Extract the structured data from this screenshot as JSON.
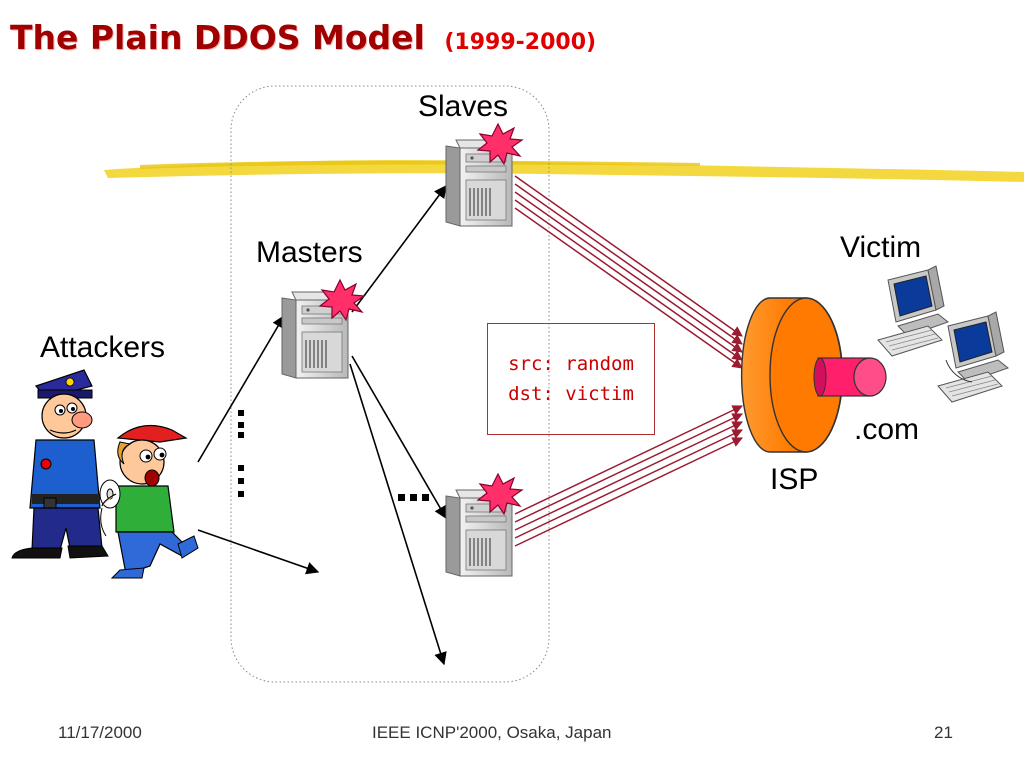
{
  "title": {
    "main": "The Plain DDOS Model",
    "years": "(1999-2000)"
  },
  "labels": {
    "slaves": "Slaves",
    "masters": "Masters",
    "attackers": "Attackers",
    "victim": "Victim",
    "dotcom": ".com",
    "isp": "ISP"
  },
  "packet_note": {
    "line1": "src: random",
    "line2": "dst: victim"
  },
  "footer": {
    "date": "11/17/2000",
    "conference": "IEEE ICNP'2000, Osaka, Japan",
    "page": "21"
  },
  "colors": {
    "title": "#a00000",
    "attack_lines": "#9b1b30",
    "isp_body": "#ff7a00",
    "isp_pipe": "#ff1f6a",
    "highlighter": "#f2d52a",
    "burst": "#ff2f6a"
  },
  "icons": [
    "server-icon",
    "burst-icon",
    "police-icon",
    "hacker-icon",
    "computer-icon",
    "isp-cylinder-icon"
  ]
}
